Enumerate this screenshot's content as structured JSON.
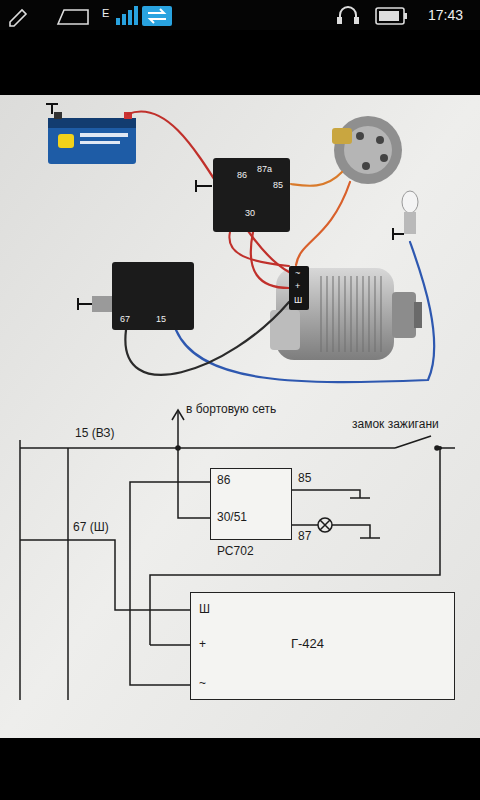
{
  "diagram": {
    "nodes": [
      {
        "text": [
          "86",
          "87a",
          "85",
          "30"
        ]
      },
      {
        "text": [
          "67",
          "15"
        ]
      },
      {
        "text": [
          "~",
          "+",
          "Ш"
        ]
      },
      {
        "text": [
          "РС702",
          "86",
          "30/51"
        ]
      },
      {
        "text": [
          "Г-424",
          "Ш",
          "+",
          "~"
        ]
      }
    ],
    "edges": [
      {
        "from": 0,
        "to": 2,
        "arrow": "none"
      },
      {
        "from": 1,
        "to": 2,
        "arrow": "none"
      },
      {
        "from": 3,
        "to": 4,
        "arrow": "none"
      }
    ],
    "labels": [
      "E",
      "17:43",
      "15 (ВЗ)",
      "в бортовую сеть",
      "замок зажигани",
      "85",
      "87",
      "67 (Ш)"
    ]
  }
}
